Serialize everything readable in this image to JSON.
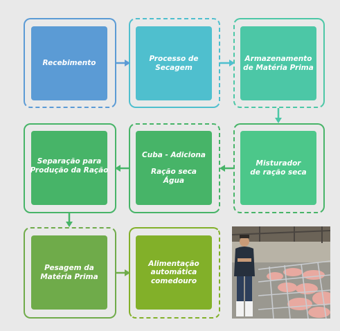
{
  "colors": {
    "background": "#e9e9e9",
    "blue": "#5b9bd5",
    "teal": "#4fbfce",
    "mint": "#4cc7a6",
    "green": "#47b468",
    "light_green": "#6fab4a",
    "lime": "#82b029"
  },
  "steps": [
    {
      "id": "recebimento",
      "lines": [
        "Recebimento"
      ]
    },
    {
      "id": "processo-secagem",
      "lines": [
        "Processo de",
        "Secagem"
      ]
    },
    {
      "id": "armazenamento",
      "lines": [
        "Armazenamento",
        "de Matéria Prima"
      ]
    },
    {
      "id": "misturador",
      "lines": [
        "Misturador",
        "de ração seca"
      ]
    },
    {
      "id": "cuba",
      "lines": [
        "Cuba - Adiciona",
        "",
        "Ração seca",
        "Água"
      ]
    },
    {
      "id": "separacao",
      "lines": [
        "Separação para",
        "Produção da Ração"
      ]
    },
    {
      "id": "pesagem",
      "lines": [
        "Pesagem da",
        "Matéria Prima"
      ]
    },
    {
      "id": "alimentacao",
      "lines": [
        "Alimentação",
        "automática",
        "comedouro"
      ]
    }
  ],
  "photo": {
    "subject": "farmer in pig barn",
    "icon": "photo-farmer-pig-barn"
  }
}
